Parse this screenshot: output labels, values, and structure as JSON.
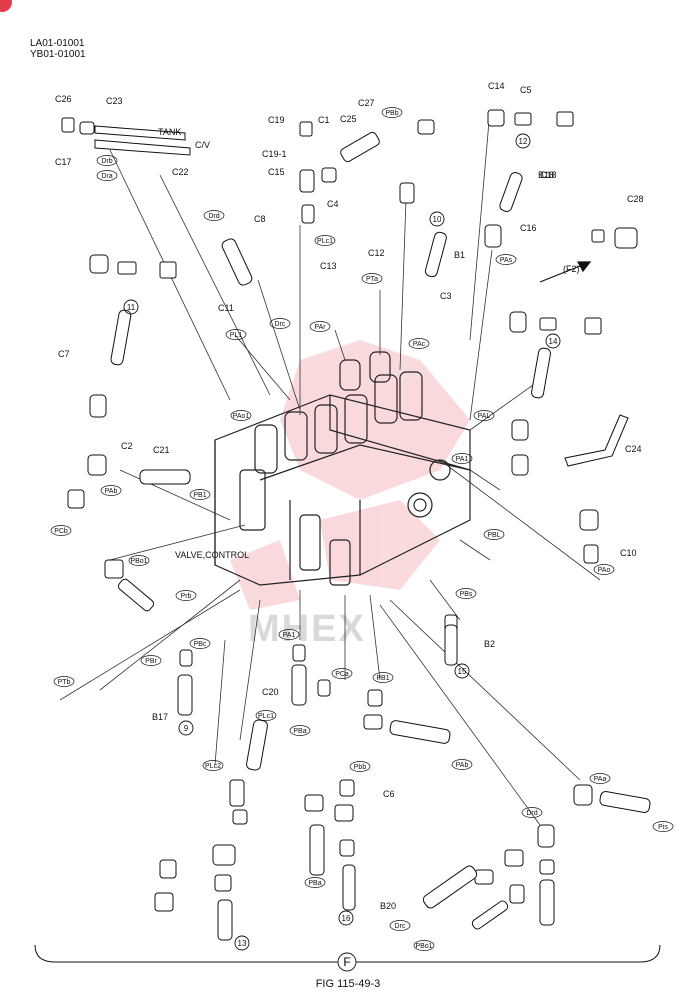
{
  "header": {
    "line1": "LA01-01001",
    "line2": "YB01-01001"
  },
  "figure": {
    "number": "FIG 115-49-3",
    "section_letter": "F"
  },
  "watermark": "MHEX",
  "parts": [
    {
      "code": "C26"
    },
    {
      "code": "C23"
    },
    {
      "code": "TANK"
    },
    {
      "code": "C/V"
    },
    {
      "code": "C17"
    },
    {
      "code": "C22"
    },
    {
      "code": "C19"
    },
    {
      "code": "C1"
    },
    {
      "code": "C25"
    },
    {
      "code": "C27"
    },
    {
      "code": "C19-1"
    },
    {
      "code": "C15"
    },
    {
      "code": "C5"
    },
    {
      "code": "C14"
    },
    {
      "code": "C4"
    },
    {
      "code": "C8"
    },
    {
      "code": "B1"
    },
    {
      "code": "C3"
    },
    {
      "code": "C16"
    },
    {
      "code": "C18"
    },
    {
      "code": "C28"
    },
    {
      "code": "B18"
    },
    {
      "code": "C13"
    },
    {
      "code": "C12"
    },
    {
      "code": "C11"
    },
    {
      "code": "C7"
    },
    {
      "code": "C2"
    },
    {
      "code": "C21"
    },
    {
      "code": "C10"
    },
    {
      "code": "C24"
    },
    {
      "code": "B2"
    },
    {
      "code": "B17"
    },
    {
      "code": "C20"
    },
    {
      "code": "B20"
    },
    {
      "code": "C6"
    },
    {
      "code": "(F2)"
    },
    {
      "code": "VALVE,CONTROL"
    }
  ],
  "port_labels": [
    "Drb",
    "Dra",
    "Drd",
    "PBb",
    "PLc1",
    "PTa",
    "PAr",
    "PAc",
    "PL1",
    "Drc",
    "PAs",
    "PAo1",
    "PAL",
    "PAb",
    "PB1",
    "PCb",
    "PBL",
    "PBo1",
    "Prb",
    "PBs",
    "PA1",
    "PBr",
    "PBc",
    "PTb",
    "PCa",
    "PB1",
    "PBa",
    "PLc2",
    "PAa",
    "Pis",
    "PAo",
    "PA1",
    "PBa",
    "Pbb",
    "Drc",
    "PBo1",
    "PAb",
    "PLc1",
    "Drd"
  ],
  "callouts": [
    "9",
    "10",
    "11",
    "12",
    "13",
    "14",
    "15",
    "16"
  ]
}
